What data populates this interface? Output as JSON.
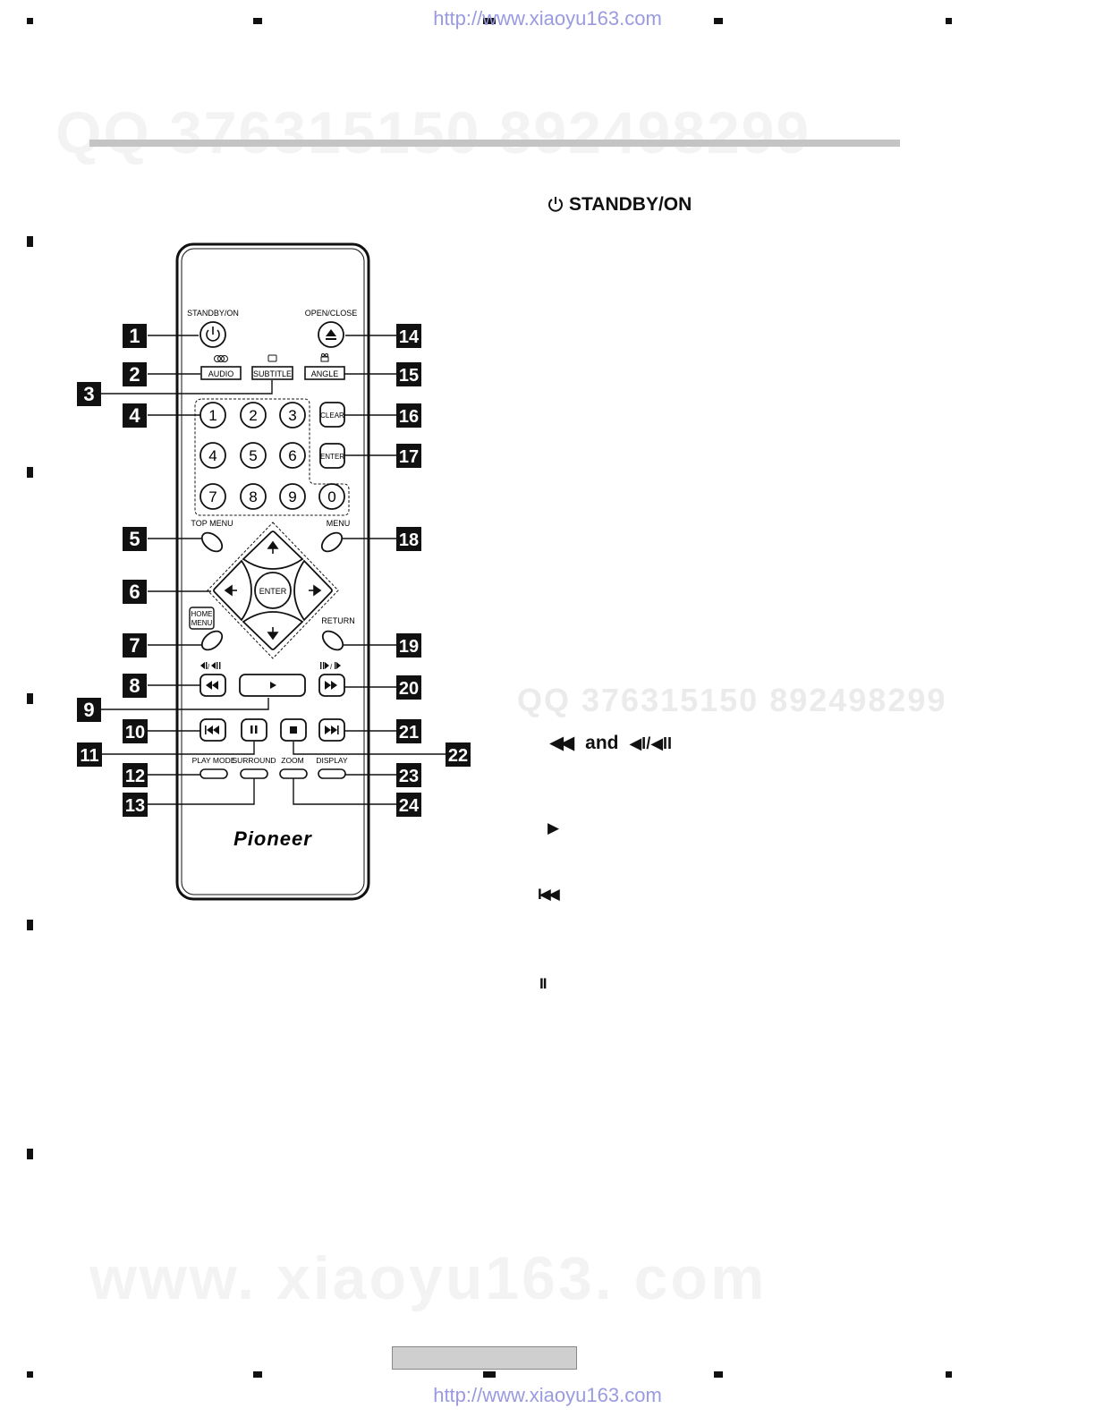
{
  "header_url": "http://www.xiaoyu163.com",
  "footer_url": "http://www.xiaoyu163.com",
  "watermarks": {
    "qq_top": "QQ 376315150   892498299",
    "qq_mid": "QQ  376315150  892498299",
    "site_bottom": "www. xiaoyu163. com"
  },
  "remote": {
    "brand": "Pioneer",
    "labels": {
      "standby_on": "STANDBY/ON",
      "open_close": "OPEN/CLOSE",
      "audio": "AUDIO",
      "subtitle": "SUBTITLE",
      "angle": "ANGLE",
      "clear": "CLEAR",
      "enter_side": "ENTER",
      "top_menu": "TOP MENU",
      "menu": "MENU",
      "enter_center": "ENTER",
      "home_menu_1": "HOME",
      "home_menu_2": "MENU",
      "return": "RETURN",
      "play_mode": "PLAY MODE",
      "surround": "SURROUND",
      "zoom": "ZOOM",
      "display": "DISPLAY"
    },
    "digits": [
      "1",
      "2",
      "3",
      "4",
      "5",
      "6",
      "7",
      "8",
      "9",
      "0"
    ],
    "callouts": [
      "1",
      "2",
      "3",
      "4",
      "5",
      "6",
      "7",
      "8",
      "9",
      "10",
      "11",
      "12",
      "13",
      "14",
      "15",
      "16",
      "17",
      "18",
      "19",
      "20",
      "21",
      "22",
      "23",
      "24"
    ]
  },
  "sections": {
    "standby": "STANDBY/ON",
    "rewind_prefix": "◀◀",
    "rewind_and": "and",
    "rewind_suffix": "◀I/◀II",
    "play": "▶",
    "prev": "I◀◀",
    "pause": "II"
  }
}
